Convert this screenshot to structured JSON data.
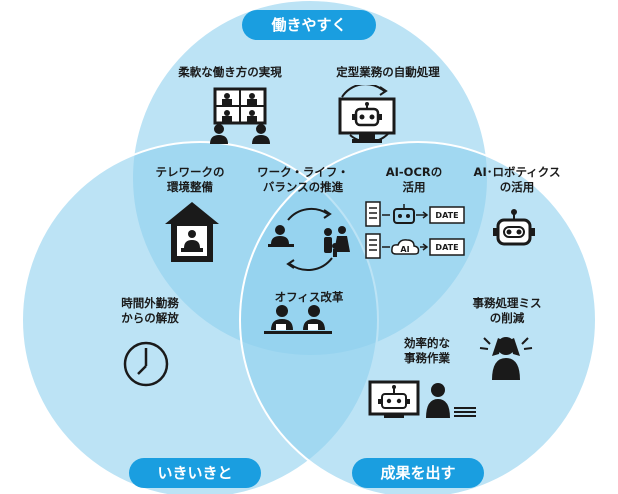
{
  "colors": {
    "circle_fill": "#8fd0ee",
    "circle_edge": "#ffffff",
    "pill_bg": "#1a9ee0",
    "icon_dark": "#1a1a1a"
  },
  "pills": {
    "top": "働きやすく",
    "bottom_left": "いきいきと",
    "bottom_right": "成果を出す"
  },
  "labels": {
    "flexible_work": "柔軟な働き方の実現",
    "routine_automation": "定型業務の自動処理",
    "telework_line1": "テレワークの",
    "telework_line2": "環境整備",
    "wlb_line1": "ワーク・ライフ・",
    "wlb_line2": "バランスの推進",
    "aiocr_line1": "AI-OCRの",
    "aiocr_line2": "活用",
    "airobotics_line1": "AI･ロボティクス",
    "airobotics_line2": "の活用",
    "office_reform": "オフィス改革",
    "overtime_line1": "時間外勤務",
    "overtime_line2": "からの解放",
    "error_line1": "事務処理ミス",
    "error_line2": "の削減",
    "efficient_line1": "効率的な",
    "efficient_line2": "事務作業"
  },
  "ocr": {
    "date_tag": "DATE",
    "ai_tag": "AI"
  },
  "icons": [
    "video-conference-icon",
    "robot-monitor-icon",
    "home-telework-icon",
    "work-life-cycle-icon",
    "ocr-robot-flow-icon",
    "ocr-ai-flow-icon",
    "robot-head-icon",
    "office-workers-icon",
    "clock-icon",
    "stressed-person-icon",
    "robot-worker-icon"
  ]
}
